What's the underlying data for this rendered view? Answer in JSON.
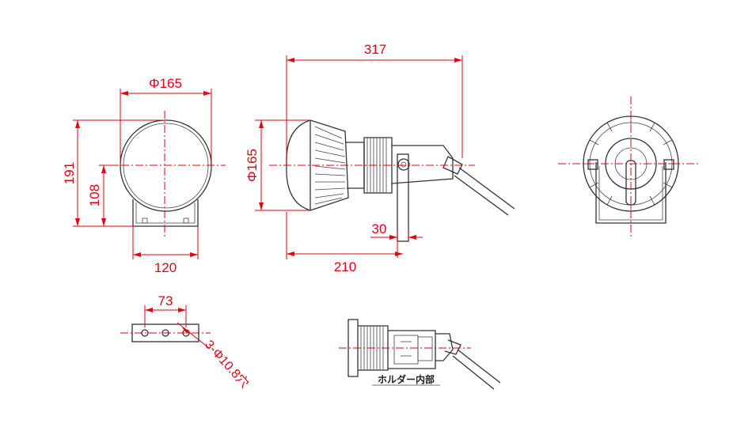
{
  "dimensions": {
    "front_diameter": "Φ165",
    "front_height": "191",
    "front_center_height": "108",
    "bracket_width": "120",
    "overall_length": "317",
    "side_diameter": "Φ165",
    "bracket_thickness": "30",
    "base_length": "210",
    "hole_pitch": "73",
    "holes": "3-Φ10.8穴"
  },
  "notes": {
    "holder_interior": "ホルダー内部"
  },
  "colors": {
    "dimension": "#e60012",
    "outline": "#333333"
  }
}
